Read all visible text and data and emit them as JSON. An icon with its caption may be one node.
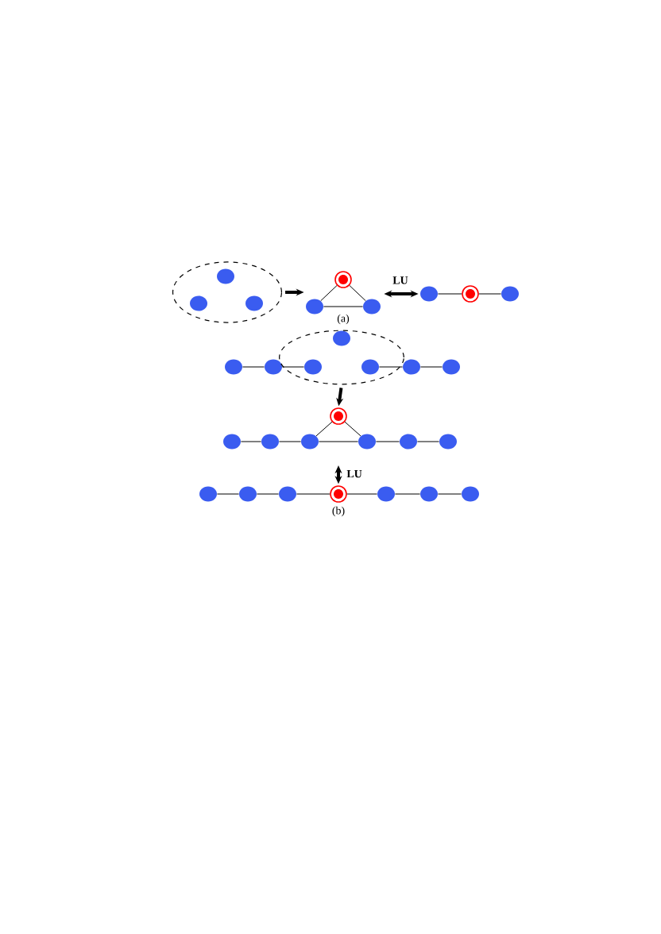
{
  "diagram": {
    "nodes": [
      {
        "text": [],
        "shape": "ellipse"
      },
      {
        "text": [],
        "shape": "circle",
        "in": 0
      },
      {
        "text": [],
        "shape": "circle",
        "in": 0
      },
      {
        "text": [],
        "shape": "circle",
        "in": 0
      },
      {
        "text": [],
        "shape": "circle"
      },
      {
        "text": [],
        "shape": "circle"
      },
      {
        "text": [],
        "shape": "circle"
      },
      {
        "text": [],
        "shape": "circle"
      },
      {
        "text": [],
        "shape": "circle"
      },
      {
        "text": [],
        "shape": "circle"
      },
      {
        "text": [],
        "shape": "ellipse"
      },
      {
        "text": [],
        "shape": "circle"
      },
      {
        "text": [],
        "shape": "circle"
      },
      {
        "text": [],
        "shape": "circle",
        "in": 10
      },
      {
        "text": [],
        "shape": "circle",
        "in": 10
      },
      {
        "text": [],
        "shape": "circle",
        "in": 10
      },
      {
        "text": [],
        "shape": "circle"
      },
      {
        "text": [],
        "shape": "circle"
      },
      {
        "text": [],
        "shape": "circle"
      },
      {
        "text": [],
        "shape": "circle"
      },
      {
        "text": [],
        "shape": "circle"
      },
      {
        "text": [],
        "shape": "circle"
      },
      {
        "text": [],
        "shape": "circle"
      },
      {
        "text": [],
        "shape": "circle"
      },
      {
        "text": [],
        "shape": "circle"
      },
      {
        "text": [],
        "shape": "circle"
      },
      {
        "text": [],
        "shape": "circle"
      },
      {
        "text": [],
        "shape": "circle"
      },
      {
        "text": [],
        "shape": "circle"
      },
      {
        "text": [],
        "shape": "circle"
      },
      {
        "text": [],
        "shape": "circle"
      },
      {
        "text": [],
        "shape": "circle"
      }
    ],
    "edges": [
      {
        "from": 0,
        "to": 5,
        "arrow": "to",
        "style": "thick"
      },
      {
        "from": 4,
        "to": 5,
        "arrow": "none"
      },
      {
        "from": 4,
        "to": 6,
        "arrow": "none"
      },
      {
        "from": 5,
        "to": 6,
        "arrow": "none"
      },
      {
        "from": 6,
        "to": 7,
        "arrow": "both",
        "style": "thick",
        "label": "LU"
      },
      {
        "from": 7,
        "to": 8,
        "arrow": "none"
      },
      {
        "from": 8,
        "to": 9,
        "arrow": "none"
      },
      {
        "from": 11,
        "to": 12,
        "arrow": "none"
      },
      {
        "from": 12,
        "to": 13,
        "arrow": "none"
      },
      {
        "from": 15,
        "to": 16,
        "arrow": "none"
      },
      {
        "from": 16,
        "to": 17,
        "arrow": "none"
      },
      {
        "from": 10,
        "to": 18,
        "arrow": "to",
        "style": "thick"
      },
      {
        "from": 18,
        "to": 21,
        "arrow": "none"
      },
      {
        "from": 18,
        "to": 22,
        "arrow": "none"
      },
      {
        "from": 19,
        "to": 20,
        "arrow": "none"
      },
      {
        "from": 20,
        "to": 21,
        "arrow": "none"
      },
      {
        "from": 21,
        "to": 22,
        "arrow": "none"
      },
      {
        "from": 22,
        "to": 23,
        "arrow": "none"
      },
      {
        "from": 23,
        "to": 24,
        "arrow": "none"
      },
      {
        "from": null,
        "to": 28,
        "arrow": "both",
        "style": "thick",
        "label": "LU"
      },
      {
        "from": 25,
        "to": 26,
        "arrow": "none"
      },
      {
        "from": 26,
        "to": 27,
        "arrow": "none"
      },
      {
        "from": 27,
        "to": 28,
        "arrow": "none"
      },
      {
        "from": 28,
        "to": 29,
        "arrow": "none"
      },
      {
        "from": 29,
        "to": 30,
        "arrow": "none"
      },
      {
        "from": 30,
        "to": 31,
        "arrow": "none"
      }
    ],
    "labels": [
      "(a)",
      "(b)"
    ]
  }
}
